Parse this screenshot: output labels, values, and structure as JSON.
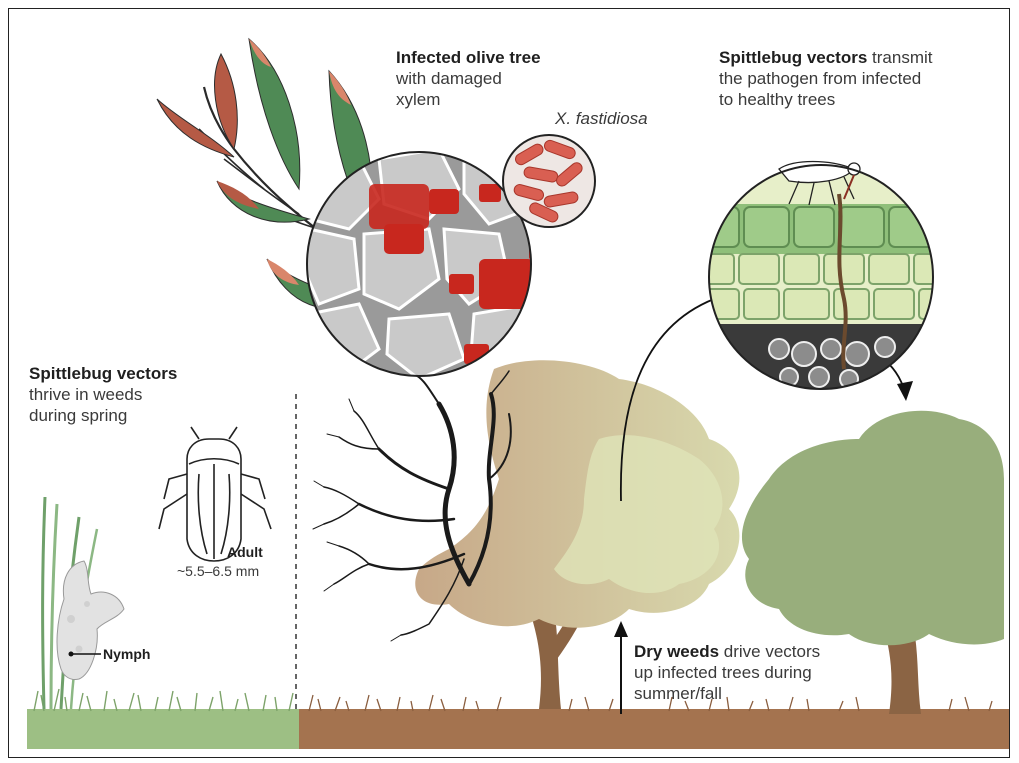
{
  "labels": {
    "olive_title": "Infected olive tree",
    "olive_line1": "with damaged",
    "olive_line2": "xylem",
    "bacterium": "X. fastidiosa",
    "transmit_title": "Spittlebug vectors",
    "transmit_tail": " transmit",
    "transmit_line1": "the pathogen from infected",
    "transmit_line2": "to healthy trees",
    "weeds_title": "Spittlebug vectors",
    "weeds_line1": "thrive in weeds",
    "weeds_line2": "during spring",
    "adult": "Adult",
    "size": "~5.5–6.5 mm",
    "nymph": "Nymph",
    "dry_title": "Dry weeds",
    "dry_tail": " drive vectors",
    "dry_line1": "up infected trees during",
    "dry_line2": "summer/fall"
  },
  "colors": {
    "leaf_green": "#4f8a55",
    "leaf_tip": "#d9866b",
    "leaf_brown": "#b55a45",
    "bacteria_red": "#c8271e",
    "trunk_brown": "#8b6444",
    "dead_canopy": "#c9b08d",
    "pale_canopy": "#d7dcb0",
    "healthy_canopy": "#98ae7c",
    "grass": "#9dbf84",
    "soil": "#a4734f"
  }
}
